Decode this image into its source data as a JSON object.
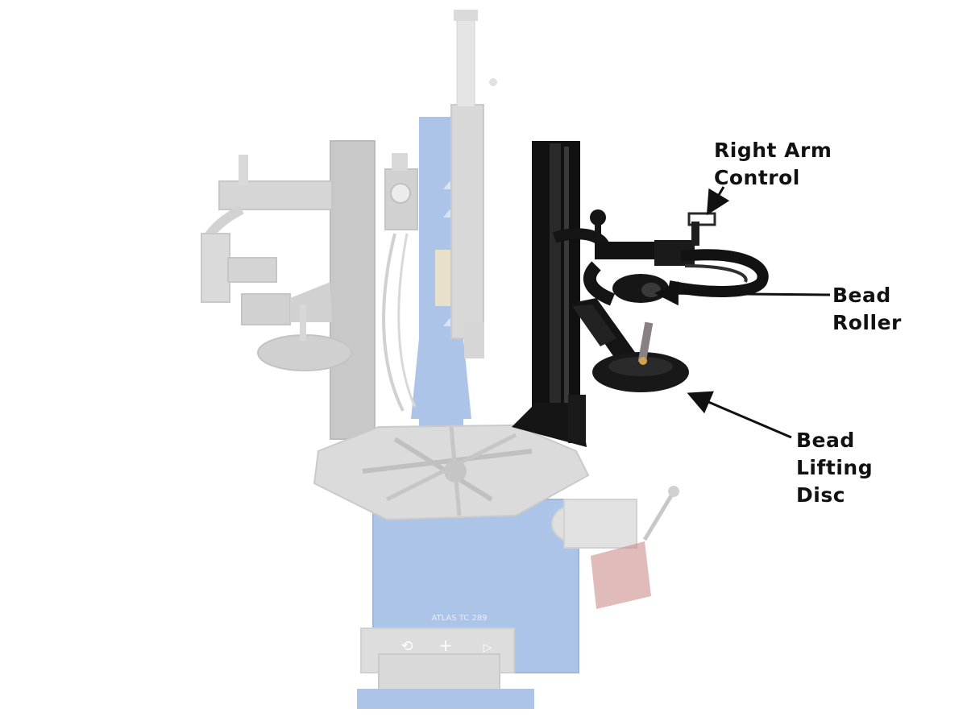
{
  "callouts": {
    "right_arm_control": {
      "line1": "Right Arm",
      "line2": "Control"
    },
    "bead_roller": {
      "line1": "Bead",
      "line2": "Roller"
    },
    "bead_lifting_disc": {
      "line1": "Bead",
      "line2": "Lifting",
      "line3": "Disc"
    }
  },
  "brand_plate": "ATLAS TC 289",
  "colors": {
    "machine_faded_blue": "#a9c1e8",
    "machine_faded_grey": "#d4d4d4",
    "machine_faded_dark": "#b7b7b7",
    "arm_black": "#111111",
    "disc_red": "#c98585",
    "leader_line": "#111111"
  }
}
